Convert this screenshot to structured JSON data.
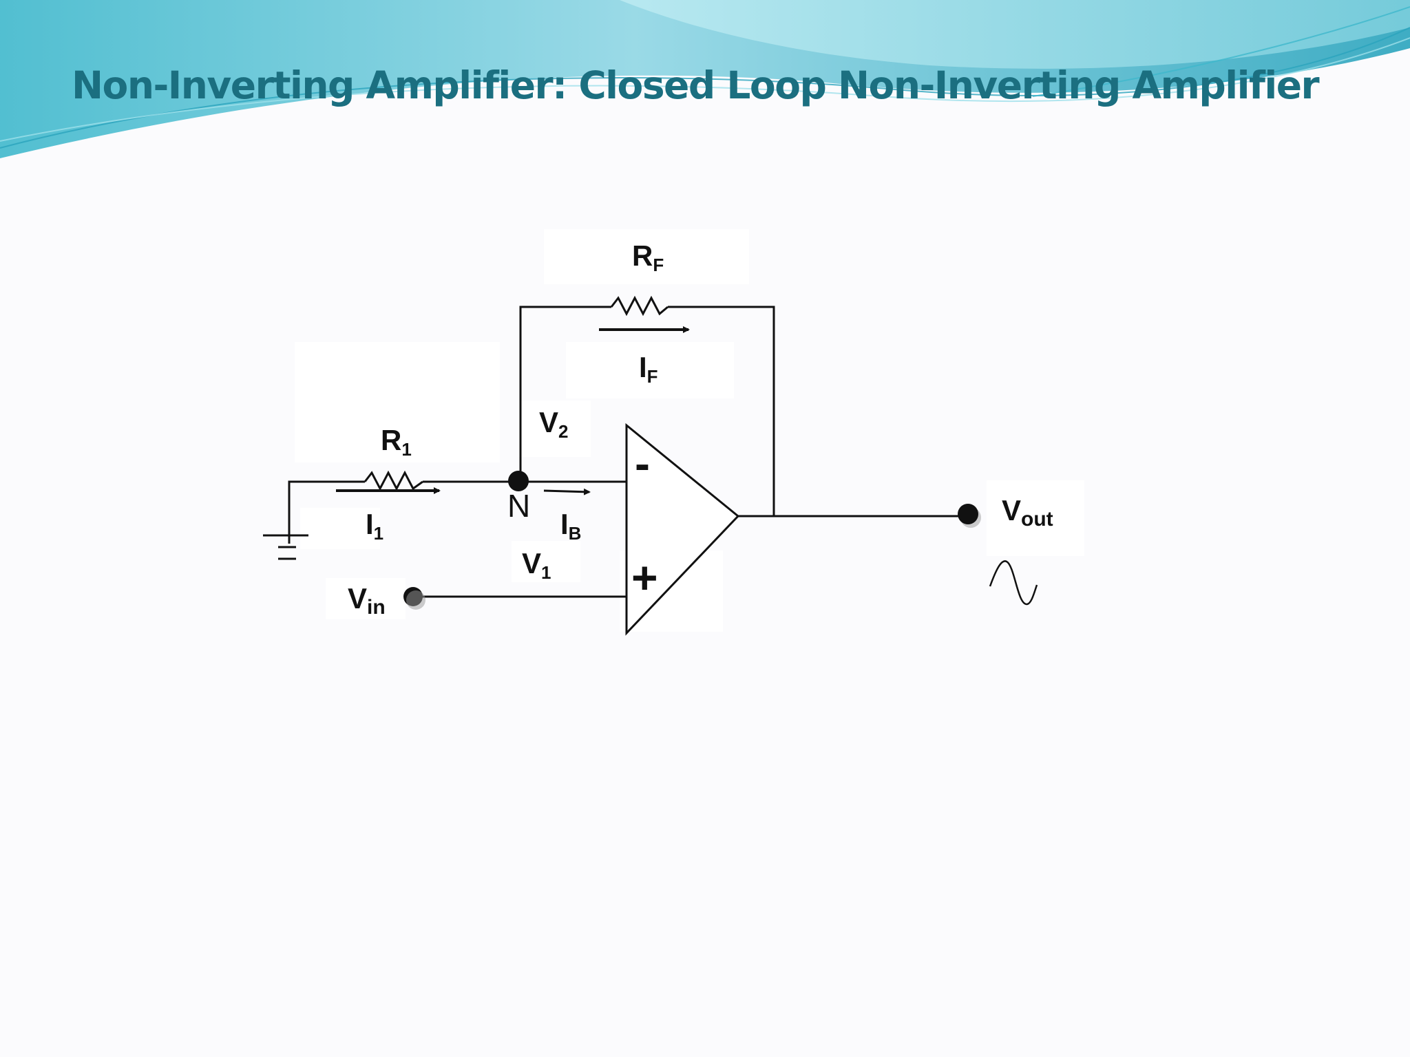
{
  "slide": {
    "title": "Non-Inverting Amplifier: Closed Loop Non-Inverting Amplifier"
  },
  "circuit": {
    "labels": {
      "rf": {
        "main": "R",
        "sub": "F"
      },
      "if": {
        "main": "I",
        "sub": "F"
      },
      "v2": {
        "main": "V",
        "sub": "2"
      },
      "r1": {
        "main": "R",
        "sub": "1"
      },
      "i1": {
        "main": "I",
        "sub": "1"
      },
      "node": "N",
      "ib": {
        "main": "I",
        "sub": "B"
      },
      "v1": {
        "main": "V",
        "sub": "1"
      },
      "vin": {
        "main": "V",
        "sub": "in"
      },
      "vout": {
        "main": "V",
        "sub": "out"
      },
      "minus": "-",
      "plus": "+"
    },
    "colors": {
      "wire": "#111111",
      "title": "#1b6f80",
      "wave_light": "#a6e3ec",
      "wave_mid": "#6fc6d8",
      "wave_dark": "#2aa4bd"
    }
  }
}
